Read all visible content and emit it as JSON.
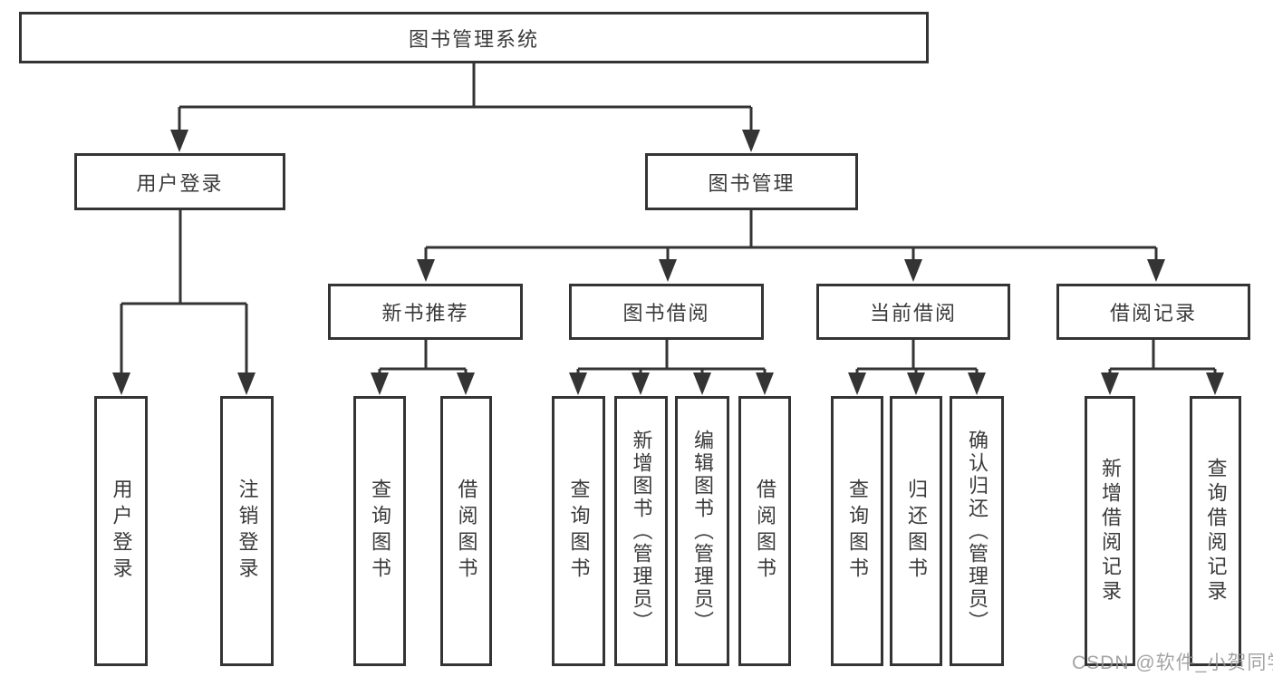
{
  "diagram": {
    "title_note": "library management system functional structure diagram",
    "root": {
      "label": "图书管理系统"
    },
    "level2": [
      {
        "label": "用户登录",
        "children": [
          {
            "label": "用户登录"
          },
          {
            "label": "注销登录"
          }
        ]
      },
      {
        "label": "图书管理",
        "children": [
          {
            "label": "新书推荐",
            "children": [
              {
                "label": "查询图书"
              },
              {
                "label": "借阅图书"
              }
            ]
          },
          {
            "label": "图书借阅",
            "children": [
              {
                "label": "查询图书"
              },
              {
                "label": "新增图书（管理员）"
              },
              {
                "label": "编辑图书（管理员）"
              },
              {
                "label": "借阅图书"
              }
            ]
          },
          {
            "label": "当前借阅",
            "children": [
              {
                "label": "查询图书"
              },
              {
                "label": "归还图书"
              },
              {
                "label": "确认归还（管理员）"
              }
            ]
          },
          {
            "label": "借阅记录",
            "children": [
              {
                "label": "新增借阅记录"
              },
              {
                "label": "查询借阅记录"
              }
            ]
          }
        ]
      }
    ]
  },
  "watermark": {
    "text": "CSDN @软件_小贺同学"
  },
  "colors": {
    "line": "#343434",
    "text": "#3a3a3a",
    "background": "#ffffff",
    "watermark": "#949494"
  }
}
